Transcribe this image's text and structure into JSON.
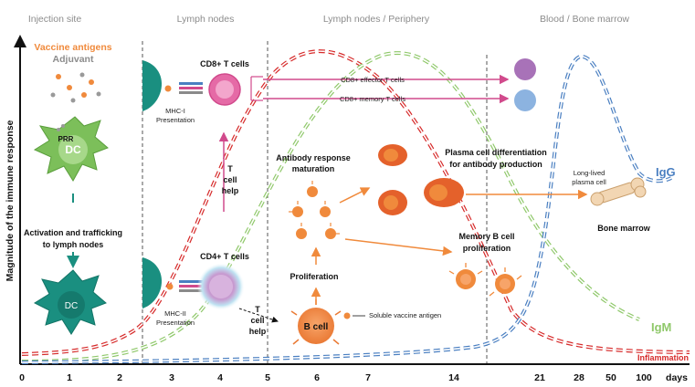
{
  "y_axis_label": "Magnitude of the immune response",
  "x_axis_unit": "days",
  "x_ticks": [
    "0",
    "1",
    "2",
    "3",
    "4",
    "5",
    "6",
    "7",
    "14",
    "21",
    "28",
    "50",
    "100"
  ],
  "sections": {
    "injection_site": "Injection site",
    "lymph_nodes": "Lymph nodes",
    "lymph_periphery": "Lymph nodes / Periphery",
    "blood_bone": "Blood / Bone marrow"
  },
  "labels": {
    "vaccine_antigens": "Vaccine antigens",
    "adjuvant": "Adjuvant",
    "prr": "PRR",
    "dc": "DC",
    "activation_1": "Activation and trafficking",
    "activation_2": "to lymph nodes",
    "cd8_t_cells": "CD8+ T cells",
    "cd4_t_cells": "CD4+ T cells",
    "mhc1_1": "MHC-I",
    "mhc1_2": "Presentation",
    "mhc2_1": "MHC-II",
    "mhc2_2": "Presentation",
    "t_help_1": "T",
    "t_help_2": "cell",
    "t_help_3": "help",
    "cd8_effector": "CD8+ effector T cells",
    "cd8_memory": "CD8+ memory T cells",
    "antibody_1": "Antibody response",
    "antibody_2": "maturation",
    "plasma_1": "Plasma cell differentiation",
    "plasma_2": "for antibody production",
    "long_lived_1": "Long-lived",
    "long_lived_2": "plasma cell",
    "bone_marrow": "Bone marrow",
    "memory_b_1": "Memory B cell",
    "memory_b_2": "proliferation",
    "proliferation": "Proliferation",
    "b_cell": "B cell",
    "soluble_antigen": "Soluble vaccine antigen",
    "igg": "IgG",
    "igm": "IgM",
    "inflammation": "Inflammation"
  },
  "colors": {
    "inflammation": "#d62a2a",
    "cd8_curve": "#e06060",
    "igm": "#8fc86a",
    "igg": "#4a7fc1",
    "dc_light": "#7cbf5a",
    "dc_dark": "#1a8f80",
    "orange": "#f08a3c",
    "pink": "#d14a8c",
    "header": "#8c8c8c"
  }
}
